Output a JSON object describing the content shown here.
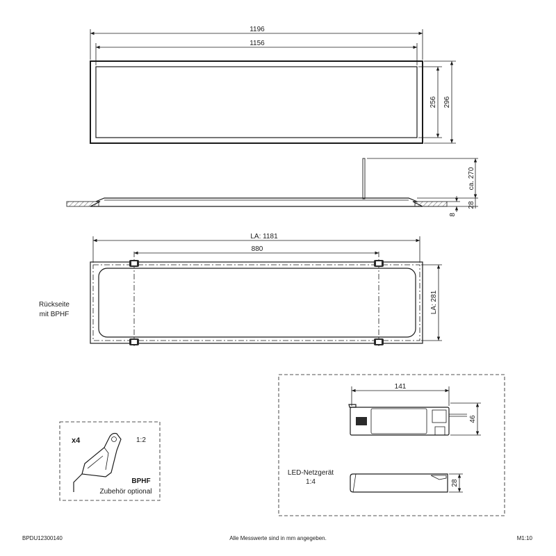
{
  "top_view": {
    "outer_width": "1196",
    "inner_width": "1156",
    "inner_height": "256",
    "outer_height": "296"
  },
  "side_view": {
    "height_approx": "ca. 270",
    "panel_height": "28",
    "flange": "8"
  },
  "back_view": {
    "la_width": "LA: 1181",
    "mount_spacing": "880",
    "la_height": "LA: 281",
    "label_line1": "Rückseite",
    "label_line2": "mit BPHF"
  },
  "accessory": {
    "quantity": "x4",
    "scale": "1:2",
    "name": "BPHF",
    "note": "Zubehör optional"
  },
  "driver": {
    "length": "141",
    "height": "46",
    "depth": "28",
    "label_line1": "LED-Netzgerät",
    "label_line2": "1:4"
  },
  "footer": {
    "article": "BPDU12300140",
    "note": "Alle Messwerte sind in mm angegeben.",
    "scale": "M1:10"
  }
}
